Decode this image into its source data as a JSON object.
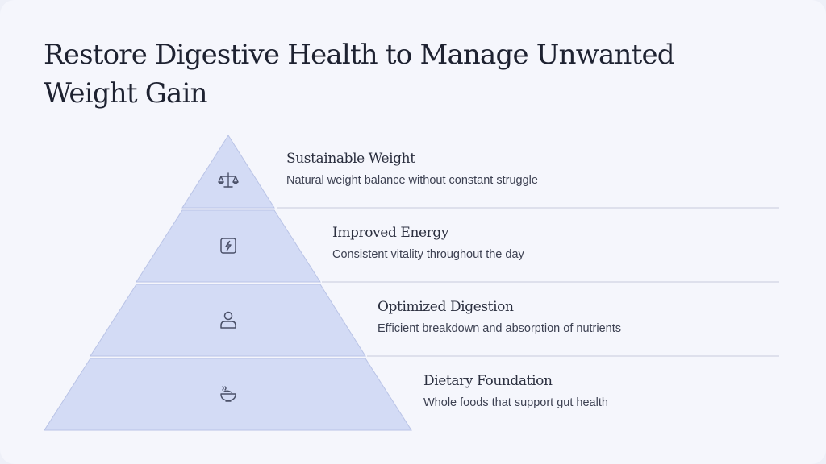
{
  "title": "Restore Digestive Health to Manage Unwanted Weight Gain",
  "colors": {
    "background": "#f5f6fc",
    "tier_fill": "#d3dbf5",
    "tier_stroke": "#b9c3e6",
    "icon": "#4a5068",
    "divider": "#c7cbdc"
  },
  "tiers": [
    {
      "heading": "Sustainable Weight",
      "description": "Natural weight balance without constant struggle",
      "icon": "scale-icon"
    },
    {
      "heading": "Improved Energy",
      "description": "Consistent vitality throughout the day",
      "icon": "lightning-icon"
    },
    {
      "heading": "Optimized Digestion",
      "description": "Efficient breakdown and absorption of nutrients",
      "icon": "person-icon"
    },
    {
      "heading": "Dietary Foundation",
      "description": "Whole foods that support gut health",
      "icon": "bowl-icon"
    }
  ]
}
